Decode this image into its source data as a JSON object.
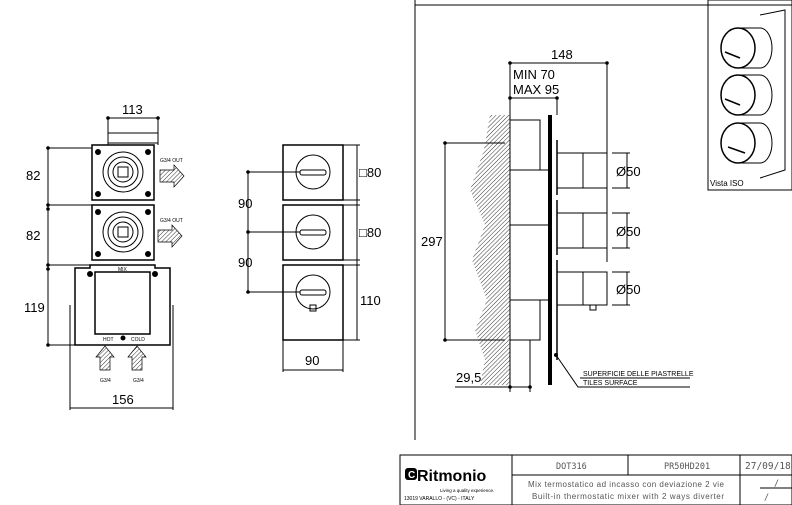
{
  "front_view": {
    "width_top": "113",
    "height_1": "82",
    "height_2": "82",
    "height_3": "119",
    "width_bottom": "156",
    "outlet_1": "G3/4 OUT",
    "outlet_2": "G3/4 OUT",
    "mix_label": "MIX",
    "hot_label": "HOT",
    "cold_label": "COLD",
    "inlet_hot": "G3/4",
    "inlet_cold": "G3/4"
  },
  "plate_view": {
    "spacing_1": "90",
    "spacing_2": "90",
    "plate_1": "□80",
    "plate_2": "□80",
    "plate_3_height": "110",
    "width": "90"
  },
  "side_view": {
    "depth_total": "148",
    "min_depth": "MIN 70",
    "max_depth": "MAX 95",
    "height": "297",
    "knob_1": "Ø50",
    "knob_2": "Ø50",
    "knob_3": "Ø50",
    "offset": "29,5",
    "tiles_it": "SUPERFICIE DELLE PIASTRELLE",
    "tiles_en": "TILES SURFACE"
  },
  "iso_view": {
    "label": "Vista ISO"
  },
  "title_block": {
    "brand": "Ritmonio",
    "tagline": "Living a quality experience.",
    "address": "13019 VARALLO - (VC) - ITALY",
    "code": "DOT316",
    "article": "PR50HD201",
    "date": "27/09/18",
    "desc_it": "Mix termostatico ad incasso con deviazione 2 vie",
    "desc_en": "Built-in thermostatic mixer with 2 ways diverter",
    "rev_1": "/",
    "rev_2": "/"
  }
}
